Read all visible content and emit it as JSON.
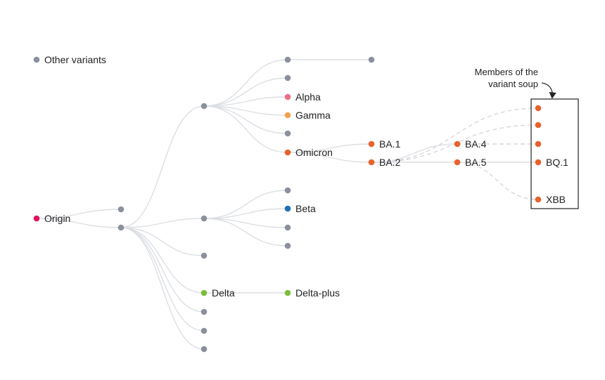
{
  "colors": {
    "line": "#dcdfe4",
    "dashed": "#d6d8dc",
    "grey_node": "#8a909c",
    "origin": "#e0115f",
    "alpha": "#ee6b84",
    "gamma": "#f5a14d",
    "omicron": "#e8622c",
    "beta": "#1f6fb5",
    "delta": "#7cbf3b",
    "box": "#222222"
  },
  "legend": {
    "label": "Other variants"
  },
  "annotation": {
    "line1": "Members of the",
    "line2": "variant soup"
  },
  "nodes": [
    {
      "id": "other",
      "label": "Other variants",
      "color": "grey_node",
      "icon": "dot"
    },
    {
      "id": "origin",
      "label": "Origin",
      "color": "origin"
    },
    {
      "id": "a1",
      "label": "",
      "color": "grey_node"
    },
    {
      "id": "a2",
      "label": "",
      "color": "grey_node"
    },
    {
      "id": "b1",
      "label": "",
      "color": "grey_node"
    },
    {
      "id": "b2",
      "label": "",
      "color": "grey_node"
    },
    {
      "id": "b3",
      "label": "",
      "color": "grey_node"
    },
    {
      "id": "delta",
      "label": "Delta",
      "color": "delta"
    },
    {
      "id": "b5",
      "label": "",
      "color": "grey_node"
    },
    {
      "id": "b6",
      "label": "",
      "color": "grey_node"
    },
    {
      "id": "b7",
      "label": "",
      "color": "grey_node"
    },
    {
      "id": "c1",
      "label": "",
      "color": "grey_node"
    },
    {
      "id": "c2",
      "label": "",
      "color": "grey_node"
    },
    {
      "id": "alpha",
      "label": "Alpha",
      "color": "alpha"
    },
    {
      "id": "gamma",
      "label": "Gamma",
      "color": "gamma"
    },
    {
      "id": "c5",
      "label": "",
      "color": "grey_node"
    },
    {
      "id": "omicron",
      "label": "Omicron",
      "color": "omicron"
    },
    {
      "id": "d1",
      "label": "",
      "color": "grey_node"
    },
    {
      "id": "beta",
      "label": "Beta",
      "color": "beta"
    },
    {
      "id": "d3",
      "label": "",
      "color": "grey_node"
    },
    {
      "id": "d4",
      "label": "",
      "color": "grey_node"
    },
    {
      "id": "deltaplus",
      "label": "Delta-plus",
      "color": "delta"
    },
    {
      "id": "e1",
      "label": "",
      "color": "grey_node"
    },
    {
      "id": "ba1",
      "label": "BA.1",
      "color": "omicron"
    },
    {
      "id": "ba2",
      "label": "BA.2",
      "color": "omicron"
    },
    {
      "id": "ba4",
      "label": "BA.4",
      "color": "omicron"
    },
    {
      "id": "ba5",
      "label": "BA.5",
      "color": "omicron"
    },
    {
      "id": "s1",
      "label": "",
      "color": "omicron"
    },
    {
      "id": "s2",
      "label": "",
      "color": "omicron"
    },
    {
      "id": "s3",
      "label": "",
      "color": "omicron"
    },
    {
      "id": "bq1",
      "label": "BQ.1",
      "color": "omicron"
    },
    {
      "id": "xbb",
      "label": "XBB",
      "color": "omicron"
    }
  ],
  "edges": [
    [
      "origin",
      "a1"
    ],
    [
      "origin",
      "a2"
    ],
    [
      "a2",
      "b1"
    ],
    [
      "a2",
      "b2"
    ],
    [
      "a2",
      "b3"
    ],
    [
      "a2",
      "delta"
    ],
    [
      "a2",
      "b5"
    ],
    [
      "a2",
      "b6"
    ],
    [
      "a2",
      "b7"
    ],
    [
      "b1",
      "c1"
    ],
    [
      "b1",
      "c2"
    ],
    [
      "b1",
      "alpha"
    ],
    [
      "b1",
      "gamma"
    ],
    [
      "b1",
      "c5"
    ],
    [
      "b1",
      "omicron"
    ],
    [
      "b2",
      "d1"
    ],
    [
      "b2",
      "beta"
    ],
    [
      "b2",
      "d3"
    ],
    [
      "b2",
      "d4"
    ],
    [
      "delta",
      "deltaplus"
    ],
    [
      "c1",
      "e1"
    ],
    [
      "omicron",
      "ba1"
    ],
    [
      "omicron",
      "ba2"
    ],
    [
      "ba2",
      "ba4"
    ],
    [
      "ba2",
      "ba5"
    ],
    [
      "ba5",
      "bq1"
    ]
  ],
  "dashed_edges": [
    [
      "ba2",
      "s1"
    ],
    [
      "ba2",
      "s2"
    ],
    [
      "ba4",
      "s3"
    ],
    [
      "ba5",
      "xbb"
    ]
  ]
}
